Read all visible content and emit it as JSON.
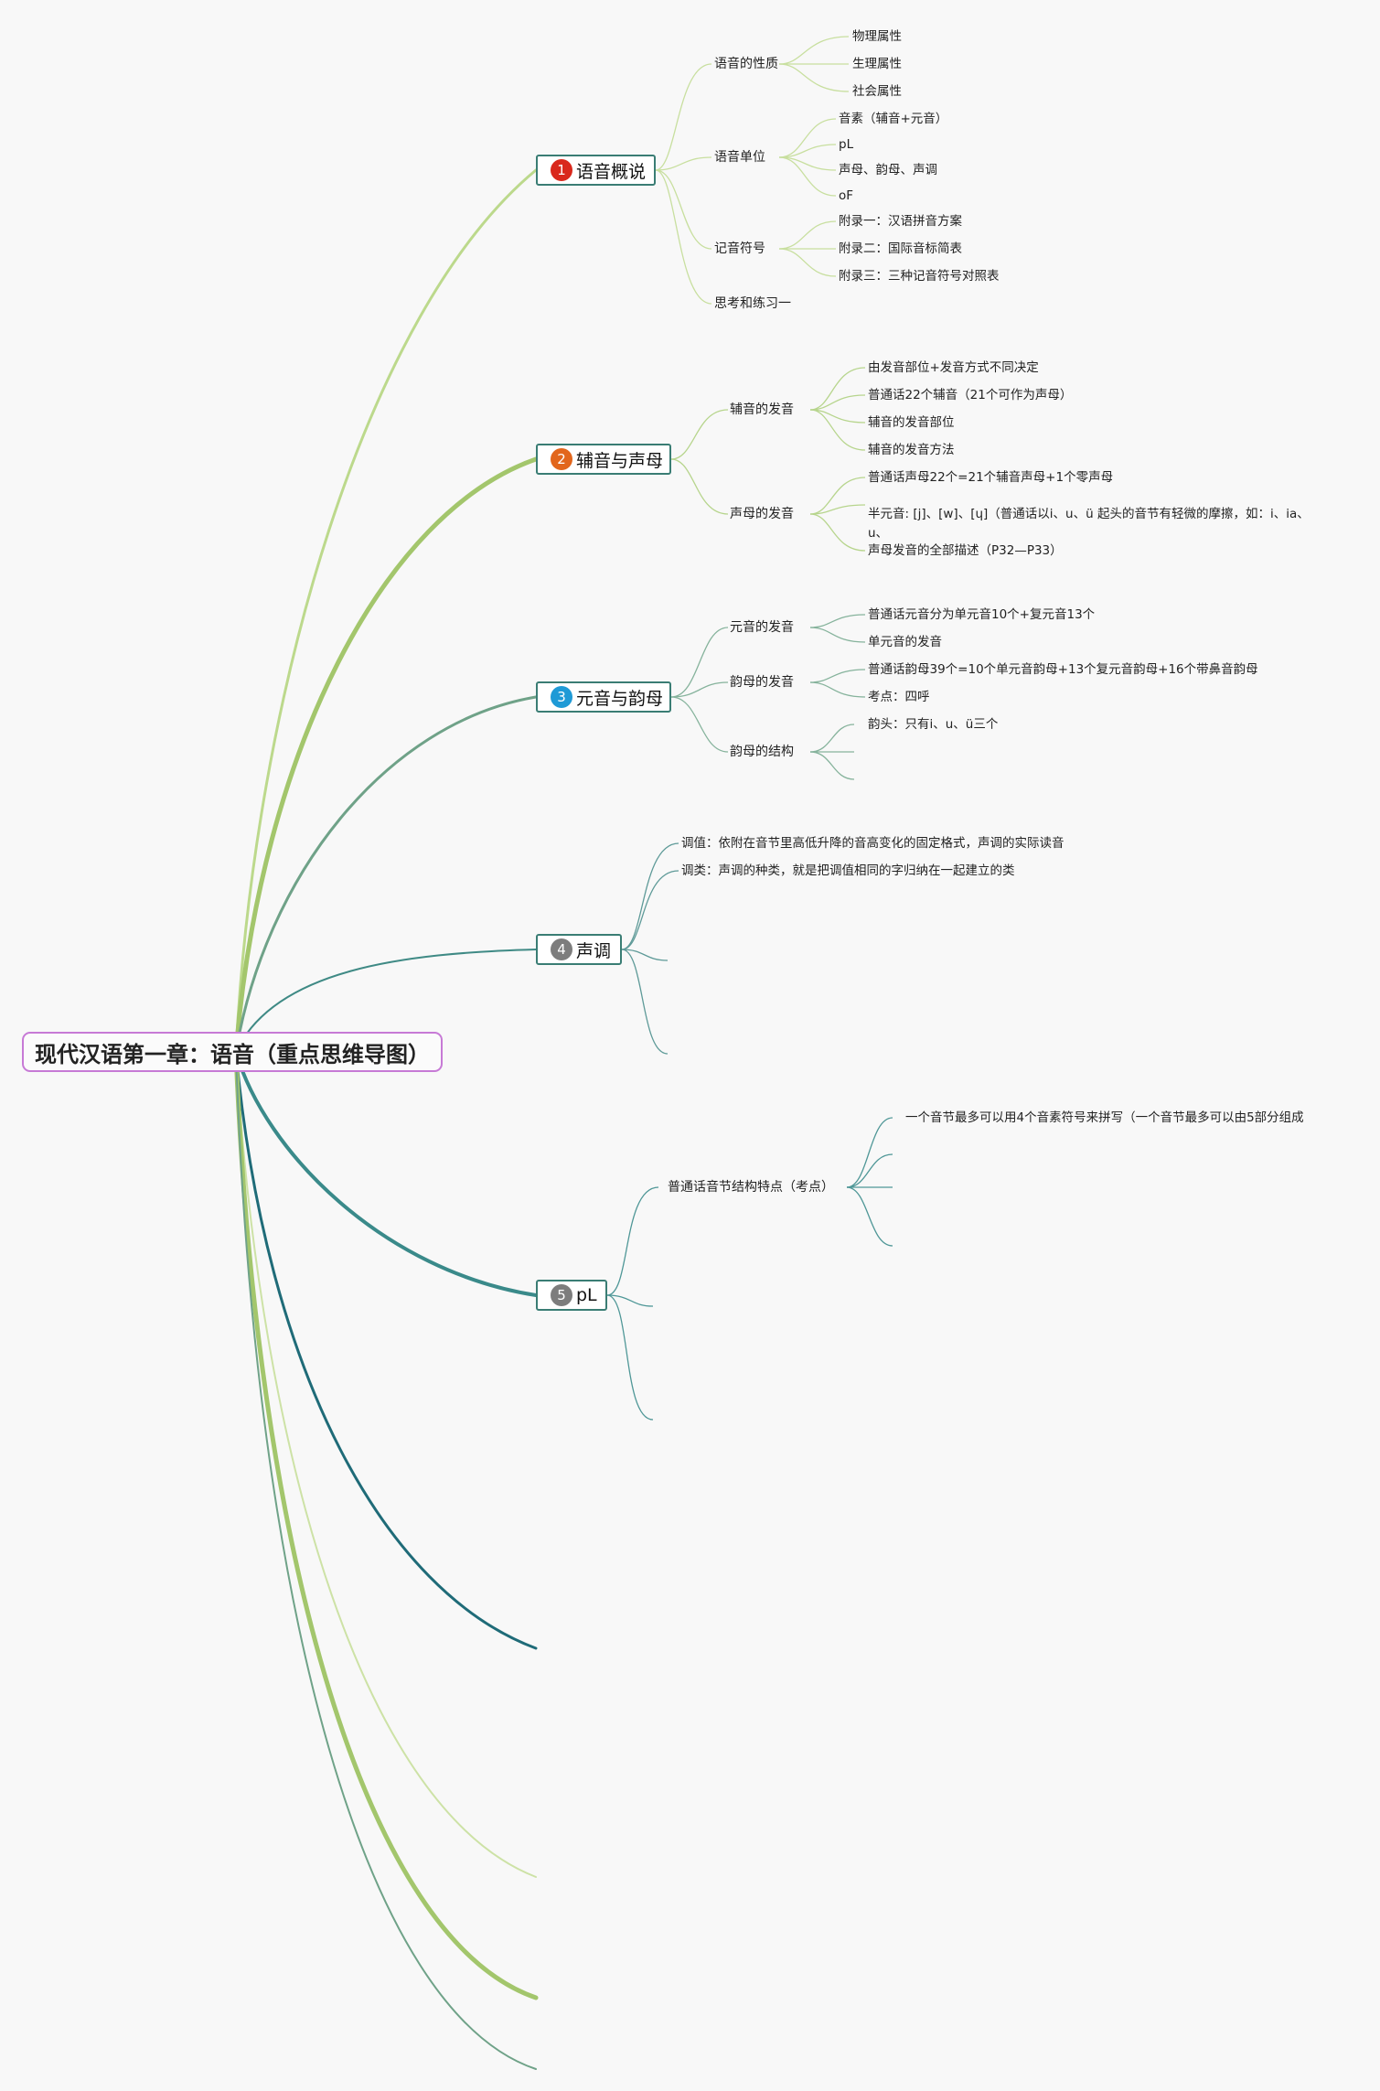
{
  "root": {
    "title": "现代汉语第一章：语音（重点思维导图）"
  },
  "colors": {
    "root_border": "#c77ad6",
    "topic_border": "#3a7d74",
    "badge1": "#d9281c",
    "badge2": "#e2661c",
    "badge3": "#1f9ad6",
    "badge4": "#7d7d7d",
    "badge5": "#7d7d7d"
  },
  "topics": [
    {
      "num": "1",
      "label": "语音概说",
      "icon": "number-1-badge"
    },
    {
      "num": "2",
      "label": "辅音与声母",
      "icon": "number-2-badge"
    },
    {
      "num": "3",
      "label": "元音与韵母",
      "icon": "number-3-badge"
    },
    {
      "num": "4",
      "label": "声调",
      "icon": "number-4-badge"
    },
    {
      "num": "5",
      "label": "pL",
      "icon": "number-5-badge"
    }
  ],
  "subtopics": {
    "t1": [
      "语音的性质",
      "语音单位",
      "记音符号",
      "思考和练习一"
    ],
    "t2": [
      "辅音的发音",
      "声母的发音"
    ],
    "t3": [
      "元音的发音",
      "韵母的发音",
      "韵母的结构"
    ],
    "t5": [
      "普通话音节结构特点（考点）"
    ]
  },
  "leaves": {
    "t1_nature": [
      "物理属性",
      "生理属性",
      "社会属性"
    ],
    "t1_units": [
      "音素（辅音+元音）",
      "pL",
      "声母、韵母、声调",
      "oF"
    ],
    "t1_symbols": [
      "附录一：汉语拼音方案",
      "附录二：国际音标简表",
      "附录三：三种记音符号对照表"
    ],
    "t2_consonant": [
      "由发音部位+发音方式不同决定",
      "普通话22个辅音（21个可作为声母）",
      "辅音的发音部位",
      "辅音的发音方法"
    ],
    "t2_initial": [
      "普通话声母22个=21个辅音声母+1个零声母",
      "半元音: [j]、[w]、[ɥ]（普通话以i、u、ü 起头的音节有轻微的摩擦，如：i、ia、u、",
      "声母发音的全部描述（P32—P33）"
    ],
    "t3_vowel": [
      "普通话元音分为单元音10个+复元音13个",
      "单元音的发音"
    ],
    "t3_final": [
      "普通话韵母39个=10个单元音韵母+13个复元音韵母+16个带鼻音韵母",
      "考点：四呼"
    ],
    "t3_structure": [
      "韵头：只有i、u、ü三个"
    ],
    "t4": [
      "调值：依附在音节里高低升降的音高变化的固定格式，声调的实际读音",
      "调类：声调的种类，就是把调值相同的字归纳在一起建立的类"
    ],
    "t5_syllable": [
      "一个音节最多可以用4个音素符号来拼写（一个音节最多可以由5部分组成"
    ]
  }
}
